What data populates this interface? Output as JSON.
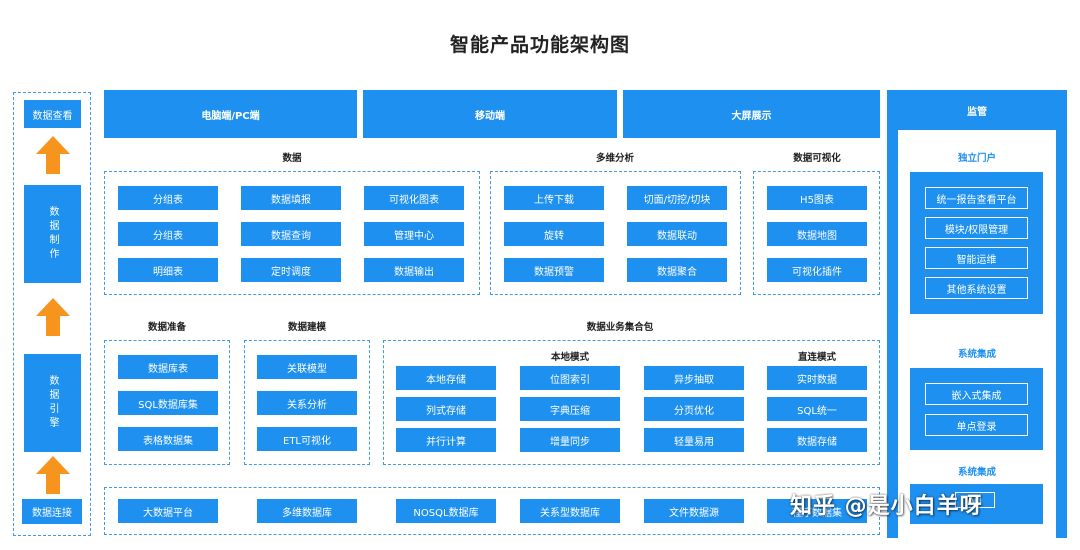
{
  "title": "智能产品功能架构图",
  "left_column": {
    "top": "数据查看",
    "make": "数据制作",
    "engine": "数据引擎",
    "bottom": "数据连接"
  },
  "headers": {
    "pc": "电脑端/PC端",
    "mobile": "移动端",
    "bigscreen": "大屏展示",
    "supervise": "监管"
  },
  "section_labels": {
    "data": "数据",
    "multi_analysis": "多维分析",
    "visual": "数据可视化",
    "prepare": "数据准备",
    "modeling": "数据建模",
    "business_pack": "数据业务集合包",
    "local_mode": "本地模式",
    "direct_mode": "直连模式"
  },
  "data_boxes": [
    "分组表",
    "数据填报",
    "可视化图表",
    "分组表",
    "数据查询",
    "管理中心",
    "明细表",
    "定时调度",
    "数据输出"
  ],
  "multi_boxes": [
    "上传下载",
    "切面/切挖/切块",
    "旋转",
    "数据联动",
    "数据预警",
    "数据聚合"
  ],
  "visual_boxes": [
    "H5图表",
    "数据地图",
    "可视化插件"
  ],
  "prepare_boxes": [
    "数据库表",
    "SQL数据库集",
    "表格数据集"
  ],
  "modeling_boxes": [
    "关联模型",
    "关系分析",
    "ETL可视化"
  ],
  "business_boxes": [
    "本地存储",
    "位图索引",
    "异步抽取",
    "实时数据",
    "列式存储",
    "字典压缩",
    "分页优化",
    "SQL统一",
    "并行计算",
    "增量同步",
    "轻量易用",
    "数据存储"
  ],
  "connect_boxes": [
    "大数据平台",
    "多维数据库",
    "NOSQL数据库",
    "关系型数据库",
    "文件数据源",
    "程序数据集"
  ],
  "right_panel": {
    "portal_title": "独立门户",
    "portal_items": [
      "统一报告查看平台",
      "模块/权限管理",
      "智能运维",
      "其他系统设置"
    ],
    "integration_title": "系统集成",
    "integration_items": [
      "嵌入式集成",
      "单点登录"
    ],
    "integration_title2": "系统集成",
    "bottom_item": "API"
  },
  "watermark": "知乎 @是小白羊呀",
  "colors": {
    "primary": "#1e90ef",
    "dashed": "#3d9be9",
    "arrow": "#f7941d"
  }
}
